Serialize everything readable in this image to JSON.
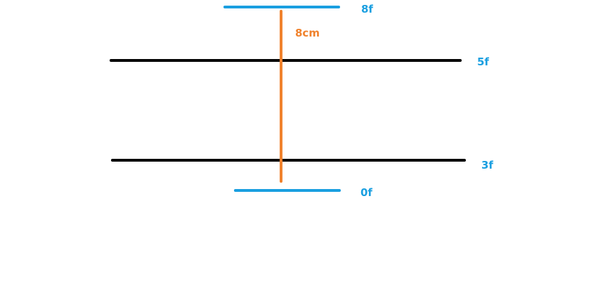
{
  "colors": {
    "blue": "#1a9fe0",
    "black": "#000000",
    "orange": "#f0822d"
  },
  "labels": {
    "top_blue": "8f",
    "upper_black": "5f",
    "lower_black": "3f",
    "bottom_blue": "0f",
    "vertical": "8cm"
  }
}
